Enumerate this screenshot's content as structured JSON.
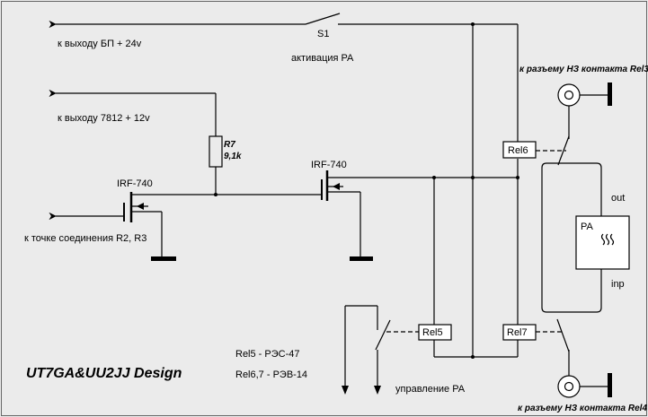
{
  "labels": {
    "out_24v": "к выходу БП + 24v",
    "out_12v": "к выходу 7812 + 12v",
    "to_r2r3": "к точке соединения R2, R3",
    "switch_name": "S1",
    "activation": "активация PA",
    "resistor_name": "R7",
    "resistor_value": "9,1k",
    "mosfet1": "IRF-740",
    "mosfet2": "IRF-740",
    "relay5": "Rel5",
    "relay6": "Rel6",
    "relay7": "Rel7",
    "connector_top": "к разъему НЗ контакта Rel3",
    "connector_bottom": "к разъему НЗ контакта Rel4",
    "pa_block": "PA",
    "pa_out": "out",
    "pa_inp": "inp",
    "relay5_type": "Rel5 - РЭС-47",
    "relay67_type": "Rel6,7 - РЭВ-14",
    "control": "управление PA",
    "credit": "UT7GA&UU2JJ Design"
  },
  "icons": {
    "pa_heat": "heat-waves-icon"
  }
}
